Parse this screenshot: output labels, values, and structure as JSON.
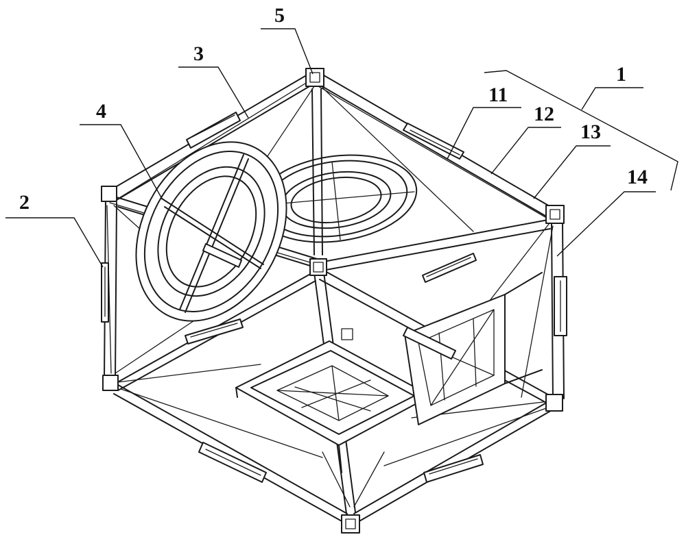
{
  "diagram": {
    "callouts": [
      {
        "id": "callout-1",
        "text": "1"
      },
      {
        "id": "callout-2",
        "text": "2"
      },
      {
        "id": "callout-3",
        "text": "3"
      },
      {
        "id": "callout-4",
        "text": "4"
      },
      {
        "id": "callout-5",
        "text": "5"
      },
      {
        "id": "callout-11",
        "text": "11"
      },
      {
        "id": "callout-12",
        "text": "12"
      },
      {
        "id": "callout-13",
        "text": "13"
      },
      {
        "id": "callout-14",
        "text": "14"
      }
    ]
  }
}
